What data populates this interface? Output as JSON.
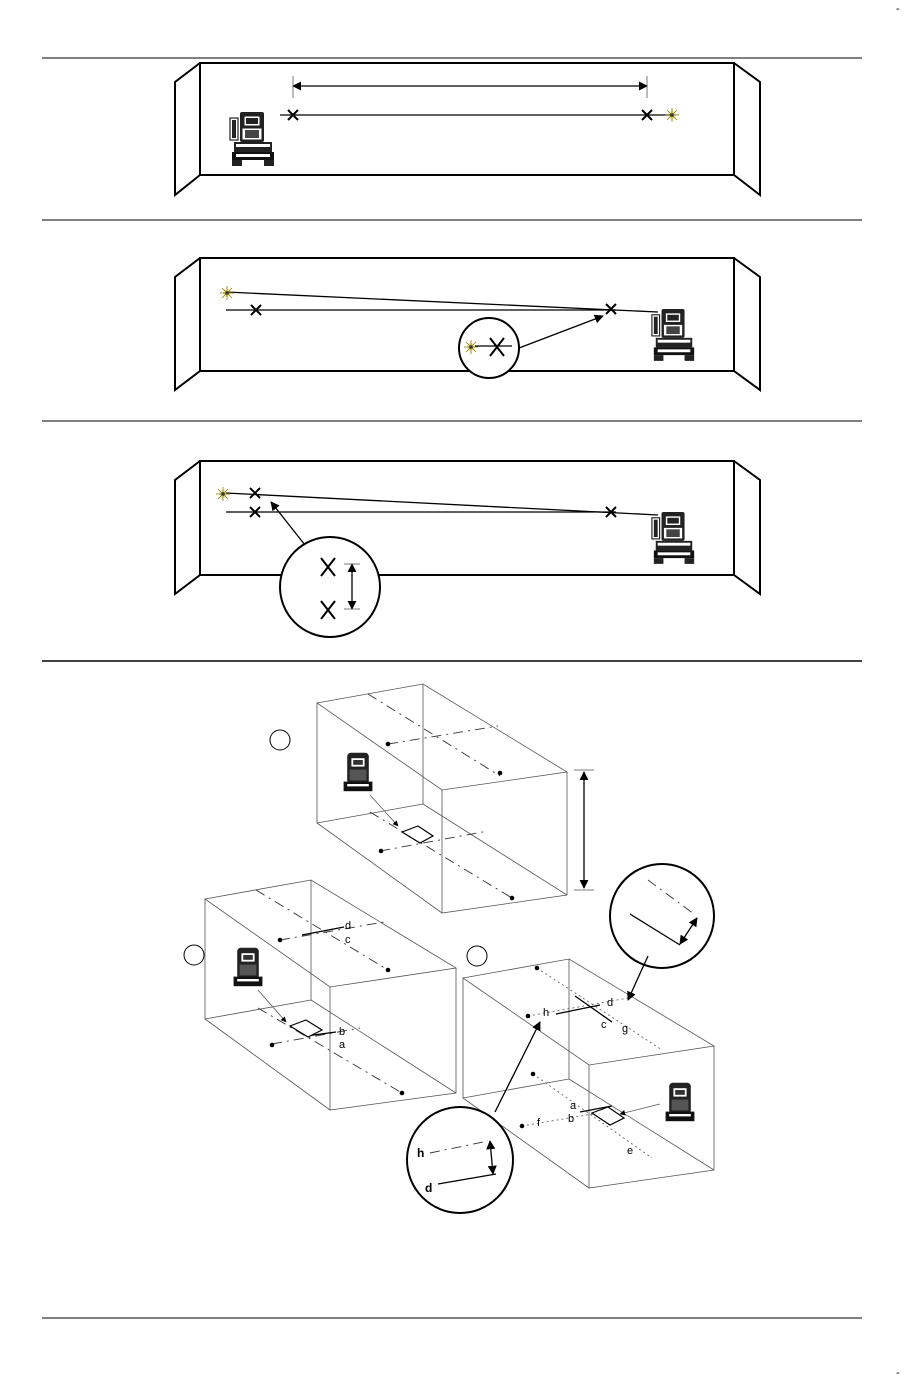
{
  "document": {
    "page_marks": {
      "corner_top_right": "-",
      "corner_bottom_right": "-"
    }
  },
  "figures": {
    "room_3d": {
      "step_marker_top": "",
      "step_marker_left": "",
      "step_marker_right": "",
      "box_left_labels": [
        "d",
        "c",
        "b",
        "a"
      ],
      "box_right_labels": [
        "d",
        "h",
        "c",
        "g",
        "a",
        "b",
        "f",
        "e"
      ],
      "detail_labels": [
        "h",
        "d"
      ]
    }
  },
  "icons": {
    "laser_tool": "laser-level-icon",
    "laser_spot": "laser-spot-icon",
    "target_plate": "floor-target-icon"
  },
  "colors": {
    "line": "#000000",
    "laser_glow": "#c8b400",
    "tool_body": "#222222"
  }
}
